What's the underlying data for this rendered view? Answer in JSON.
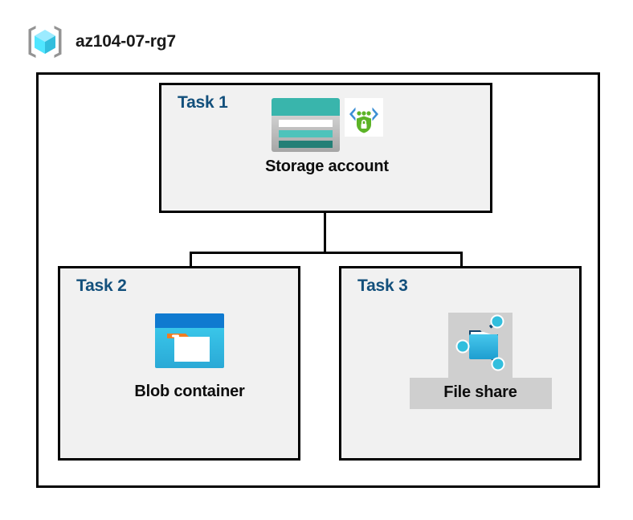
{
  "resource_group": {
    "name": "az104-07-rg7",
    "icon": "resource-group-cube-icon"
  },
  "diagram": {
    "tasks": [
      {
        "id": "task1",
        "label": "Task 1",
        "node_caption": "Storage account",
        "icons": [
          "storage-account-icon",
          "secure-code-shield-icon"
        ],
        "highlighted": false
      },
      {
        "id": "task2",
        "label": "Task 2",
        "node_caption": "Blob container",
        "icons": [
          "blob-container-icon"
        ],
        "highlighted": false
      },
      {
        "id": "task3",
        "label": "Task 3",
        "node_caption": "File share",
        "icons": [
          "file-share-icon"
        ],
        "highlighted": true
      }
    ],
    "connections": [
      {
        "from": "task1",
        "to": "task2"
      },
      {
        "from": "task1",
        "to": "task3"
      }
    ]
  },
  "colors": {
    "task_label": "#13507c",
    "box_border": "#000000",
    "box_fill": "#f1f1f1",
    "page_background": "#ffffff",
    "selection_highlight": "#cfcfcf",
    "storage_teal": "#39b5ac",
    "storage_teal_dark": "#237f76",
    "blob_blue": "#0f7ad0",
    "blob_cyan": "#32bedd",
    "blob_orange": "#f07d22",
    "shield_green": "#5cb327",
    "bracket_blue": "#3b8fd4",
    "cube_cyan": "#50e6ff",
    "bracket_gray": "#949494"
  }
}
